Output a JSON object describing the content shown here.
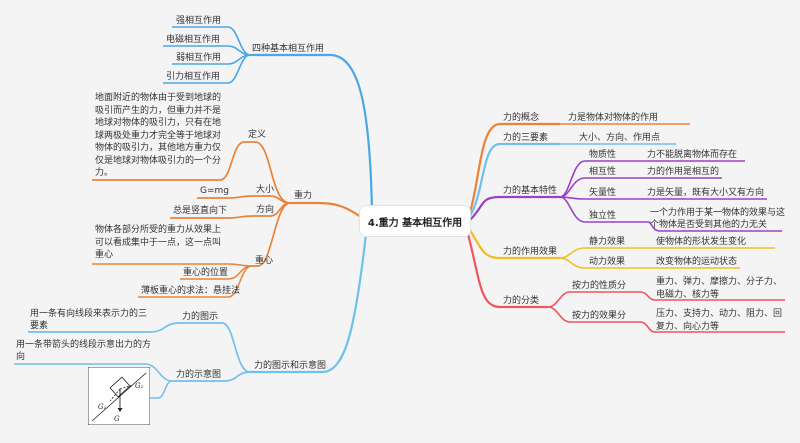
{
  "root": "4.重力 基本相互作用",
  "left": {
    "four": {
      "label": "四种基本相互作用",
      "items": [
        "强相互作用",
        "电磁相互作用",
        "弱相互作用",
        "引力相互作用"
      ]
    },
    "gravity": {
      "label": "重力",
      "definition": {
        "label": "定义",
        "text": "地面附近的物体由于受到地球的吸引而产生的力，但重力并不是地球对物体的吸引力，只有在地球两极处重力才完全等于地球对物体的吸引力，其他地方重力仅仅是地球对物体吸引力的一个分力。"
      },
      "size": {
        "label": "大小",
        "value": "G=mg"
      },
      "direction": {
        "label": "方向",
        "value": "总是竖直向下"
      },
      "center": {
        "label": "重心",
        "items": [
          "物体各部分所受的重力从效果上可以看成集中于一点，这一点叫重心",
          "重心的位置",
          "薄板重心的求法：悬挂法"
        ]
      }
    },
    "diagrams": {
      "label": "力的图示和示意图",
      "figure": {
        "label": "力的图示",
        "text": "用一条有向线段来表示力的三要素"
      },
      "sketch": {
        "label": "力的示意图",
        "text": "用一条带箭头的线段示意出力的方向"
      },
      "image_labels": {
        "g": "G",
        "g1": "G₁",
        "g2": "G₂"
      }
    }
  },
  "right": {
    "concept": {
      "label": "力的概念",
      "value": "力是物体对物体的作用"
    },
    "three": {
      "label": "力的三要素",
      "value": "大小、方向、作用点"
    },
    "properties": {
      "label": "力的基本特性",
      "items": [
        {
          "label": "物质性",
          "value": "力不能脱离物体而存在"
        },
        {
          "label": "相互性",
          "value": "力的作用是相互的"
        },
        {
          "label": "矢量性",
          "value": "力是矢量，既有大小又有方向"
        },
        {
          "label": "独立性",
          "value": "一个力作用于某一物体的效果与这个物体是否受到其他的力无关"
        }
      ]
    },
    "effects": {
      "label": "力的作用效果",
      "items": [
        {
          "label": "静力效果",
          "value": "使物体的形状发生变化"
        },
        {
          "label": "动力效果",
          "value": "改变物体的运动状态"
        }
      ]
    },
    "classify": {
      "label": "力的分类",
      "items": [
        {
          "label": "按力的性质分",
          "value": "重力、弹力、摩擦力、分子力、电磁力、核力等"
        },
        {
          "label": "按力的效果分",
          "value": "压力、支持力、动力、阻力、回复力、向心力等"
        }
      ]
    }
  },
  "colors": {
    "blue": "#4aa8e6",
    "orange": "#e8843a",
    "light_blue": "#6fc0ee",
    "purple": "#9b40c8",
    "yellow": "#f0c020",
    "red": "#f0545e"
  }
}
